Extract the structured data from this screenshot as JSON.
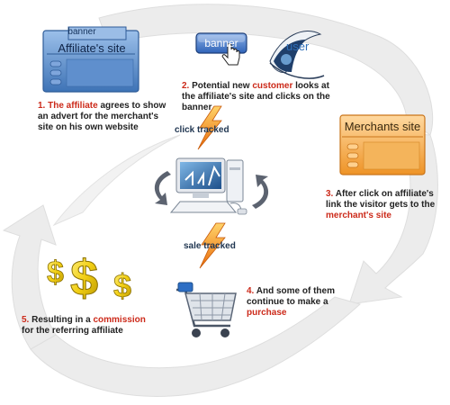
{
  "affiliate_box": {
    "tab": "banner",
    "title": "Affiliate's site"
  },
  "banner_button": {
    "label": "banner"
  },
  "user_label": "user",
  "merchant_box": {
    "title": "Merchants site"
  },
  "labels": {
    "click_tracked": "click tracked",
    "sale_tracked": "sale tracked"
  },
  "steps": [
    {
      "num": "1.",
      "highlight": "The affiliate",
      "before": "",
      "after": " agrees to show an advert for the merchant's site on his own website"
    },
    {
      "num": "2.",
      "before": "Potential new ",
      "highlight": "customer",
      "after": " looks at the affiliate's site and clicks on the banner"
    },
    {
      "num": "3.",
      "before": "After click on affiliate's link the visitor gets to the ",
      "highlight": "merchant's site",
      "after": ""
    },
    {
      "num": "4.",
      "before": "And some of them continue to make a ",
      "highlight": "purchase",
      "after": ""
    },
    {
      "num": "5.",
      "before": "Resulting in a ",
      "highlight": "commission",
      "after": " for the referring affiliate"
    }
  ],
  "colors": {
    "highlight": "#cc2a1a",
    "affiliate_blue": "#4a7fc0",
    "merchant_orange": "#f2a23a",
    "dollar_gold": "#f2d21a",
    "lightning": "#f08a14",
    "loop_gray": "#e9eaeb"
  }
}
